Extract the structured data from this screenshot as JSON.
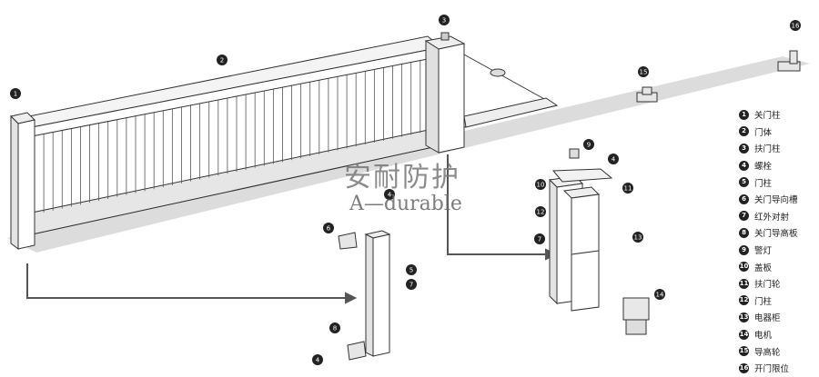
{
  "callouts": [
    "1",
    "2",
    "3",
    "4",
    "5",
    "6",
    "7",
    "8",
    "9",
    "10",
    "11",
    "12",
    "13",
    "14",
    "15",
    "16"
  ],
  "legend": [
    {
      "num": "1",
      "label": "关门柱"
    },
    {
      "num": "2",
      "label": "门体"
    },
    {
      "num": "3",
      "label": "扶门柱"
    },
    {
      "num": "4",
      "label": "螺栓"
    },
    {
      "num": "5",
      "label": "门柱"
    },
    {
      "num": "6",
      "label": "关门导向槽"
    },
    {
      "num": "7",
      "label": "红外对射"
    },
    {
      "num": "8",
      "label": "关门导高板"
    },
    {
      "num": "9",
      "label": "警灯"
    },
    {
      "num": "10",
      "label": "盖板"
    },
    {
      "num": "11",
      "label": "扶门轮"
    },
    {
      "num": "12",
      "label": "门柱"
    },
    {
      "num": "13",
      "label": "电器柜"
    },
    {
      "num": "14",
      "label": "电机"
    },
    {
      "num": "15",
      "label": "导高轮"
    },
    {
      "num": "16",
      "label": "开门限位"
    }
  ],
  "watermark": {
    "cn": "安耐防护",
    "en": "A—durable"
  },
  "colors": {
    "line": "#333333",
    "ground": "#d9d9d9",
    "badge": "#222222",
    "arrow": "#555555"
  }
}
